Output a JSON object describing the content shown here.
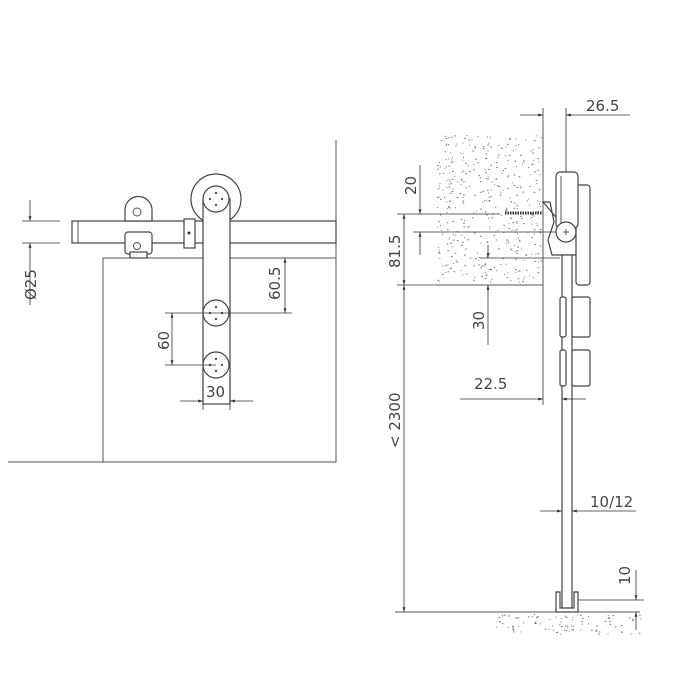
{
  "front_view": {
    "dimensions": {
      "rail_diameter": "Ø25",
      "hanger_to_door_top": "60.5",
      "bolt_spacing": "60",
      "strap_width": "30"
    }
  },
  "side_view": {
    "dimensions": {
      "wall_to_wheel": "26.5",
      "screw_offset": "20",
      "bracket_height": "81.5",
      "door_overlap": "30",
      "wall_to_door": "22.5",
      "door_height": "< 2300",
      "glass_thickness": "10/12",
      "floor_gap": "10"
    }
  }
}
